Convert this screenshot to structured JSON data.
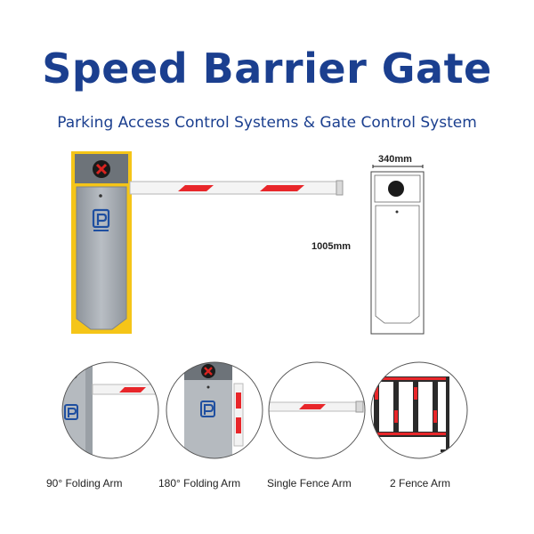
{
  "title": "Speed Barrier Gate",
  "subtitle": "Parking Access Control Systems & Gate Control System",
  "dimensions": {
    "width_label": "340mm",
    "height_label": "1005mm"
  },
  "colors": {
    "title_blue": "#1b3f8f",
    "cabinet_yellow": "#f5c518",
    "cabinet_gray": "#a9aeb4",
    "arm_red": "#e8262a",
    "signal_red": "#d9231f"
  },
  "variants": [
    {
      "label": "90°  Folding Arm"
    },
    {
      "label": "180°  Folding Arm"
    },
    {
      "label": "Single Fence Arm"
    },
    {
      "label": "2 Fence Arm"
    }
  ]
}
